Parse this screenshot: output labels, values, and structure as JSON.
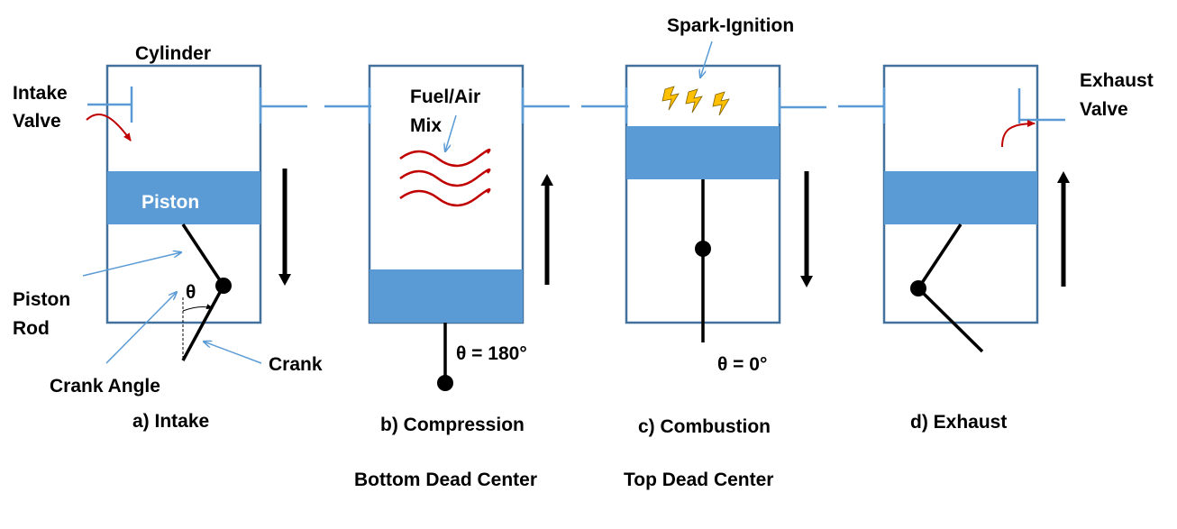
{
  "labels": {
    "cylinder": "Cylinder",
    "intake_valve_line1": "Intake",
    "intake_valve_line2": "Valve",
    "piston": "Piston",
    "piston_rod_line1": "Piston",
    "piston_rod_line2": "Rod",
    "theta": "θ",
    "crank": "Crank",
    "crank_angle": "Crank Angle",
    "fuel_air_line1": "Fuel/Air",
    "fuel_air_line2": "Mix",
    "theta_180": "θ = 180°",
    "spark_ignition": "Spark-Ignition",
    "theta_0": "θ = 0°",
    "exhaust_valve_line1": "Exhaust",
    "exhaust_valve_line2": "Valve"
  },
  "stages": [
    {
      "caption": "a) Intake",
      "subcaption": ""
    },
    {
      "caption": "b) Compression",
      "subcaption": "Bottom Dead Center"
    },
    {
      "caption": "c) Combustion",
      "subcaption": "Top Dead Center"
    },
    {
      "caption": "d) Exhaust",
      "subcaption": ""
    }
  ],
  "colors": {
    "cylinder_outline": "#41719C",
    "piston_fill": "#5B9BD5",
    "annotation_arrow": "#5B9BD5",
    "flow_arrow": "#C00000",
    "spark": "#FFC000",
    "rod": "#000000"
  }
}
